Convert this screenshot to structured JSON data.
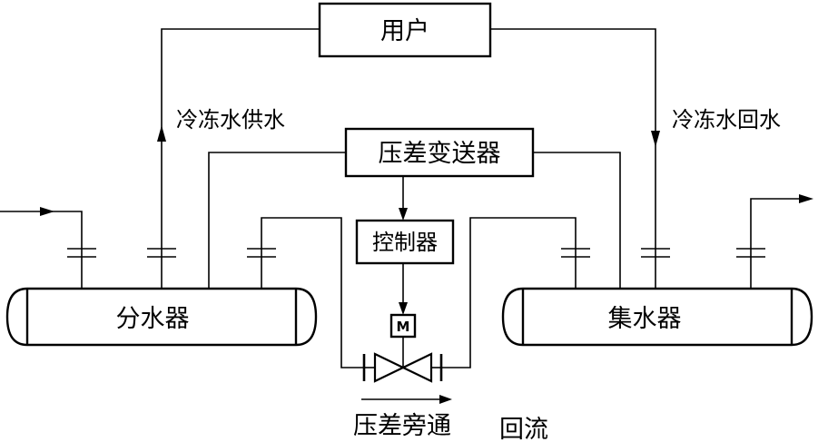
{
  "labels": {
    "user": "用户",
    "chilled_supply": "冷冻水供水",
    "chilled_return": "冷冻水回水",
    "dp_transmitter": "压差变送器",
    "controller": "控制器",
    "distributor": "分水器",
    "collector": "集水器",
    "motor": "M",
    "bypass": "压差旁通",
    "return_flow": "回流"
  }
}
